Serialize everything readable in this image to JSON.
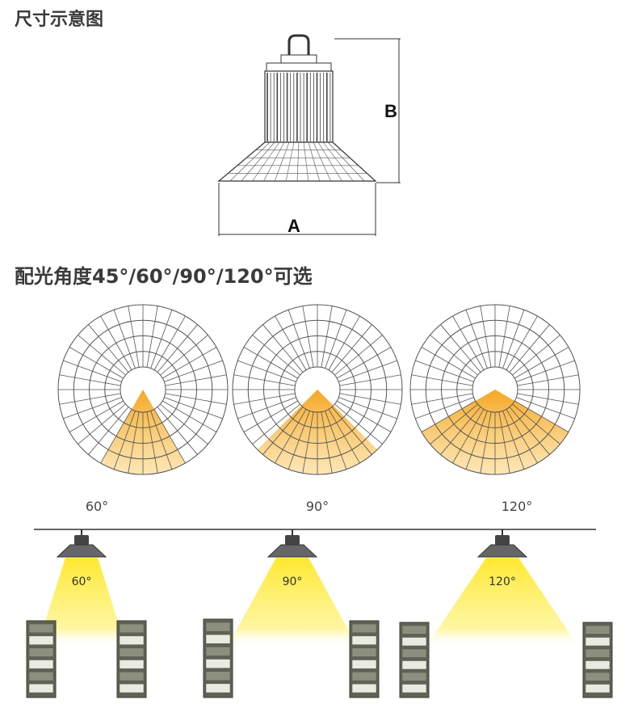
{
  "sections": {
    "dimensions_title": "尺寸示意图",
    "beam_title": "配光角度45°/60°/90°/120°可选"
  },
  "dimension_labels": {
    "width": "A",
    "height": "B"
  },
  "beam_options": [
    {
      "angle": 60,
      "label": "60°",
      "beam_label": "60°"
    },
    {
      "angle": 90,
      "label": "90°",
      "beam_label": "90°"
    },
    {
      "angle": 120,
      "label": "120°",
      "beam_label": "120°"
    }
  ],
  "colors": {
    "beam_orange": "#f5a623",
    "beam_yellow": "#ffe82e",
    "grid_line": "#555555",
    "shelf": "#6b6b5a"
  }
}
